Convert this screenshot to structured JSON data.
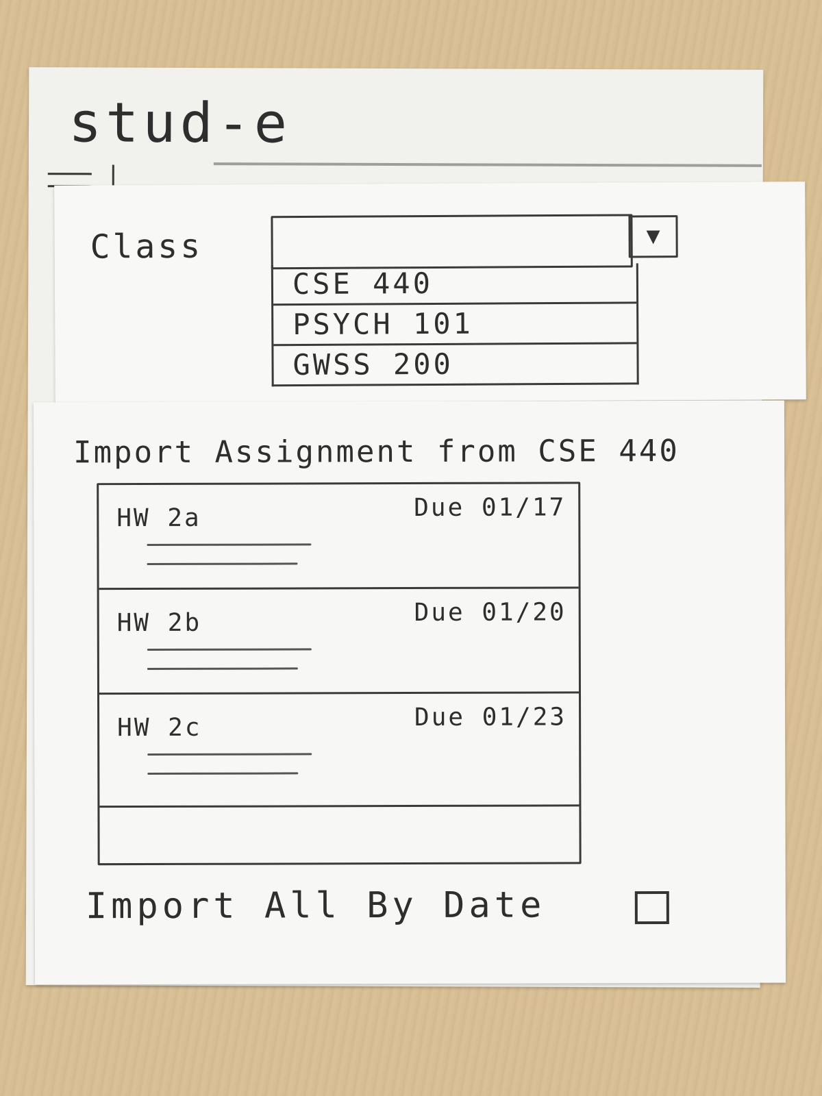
{
  "header": {
    "app_title": "stud-e",
    "menu_icon": "hamburger-icon"
  },
  "class_picker": {
    "label": "Class",
    "selected": "",
    "dropdown_icon": "chevron-down-icon",
    "options": [
      "CSE 440",
      "PSYCH 101",
      "GWSS 200"
    ]
  },
  "import": {
    "title": "Import Assignment from CSE 440",
    "assignments": [
      {
        "name": "HW 2a",
        "due": "Due 01/17"
      },
      {
        "name": "HW 2b",
        "due": "Due 01/20"
      },
      {
        "name": "HW 2c",
        "due": "Due 01/23"
      }
    ],
    "import_all_label": "Import All By Date",
    "import_all_checked": false
  }
}
